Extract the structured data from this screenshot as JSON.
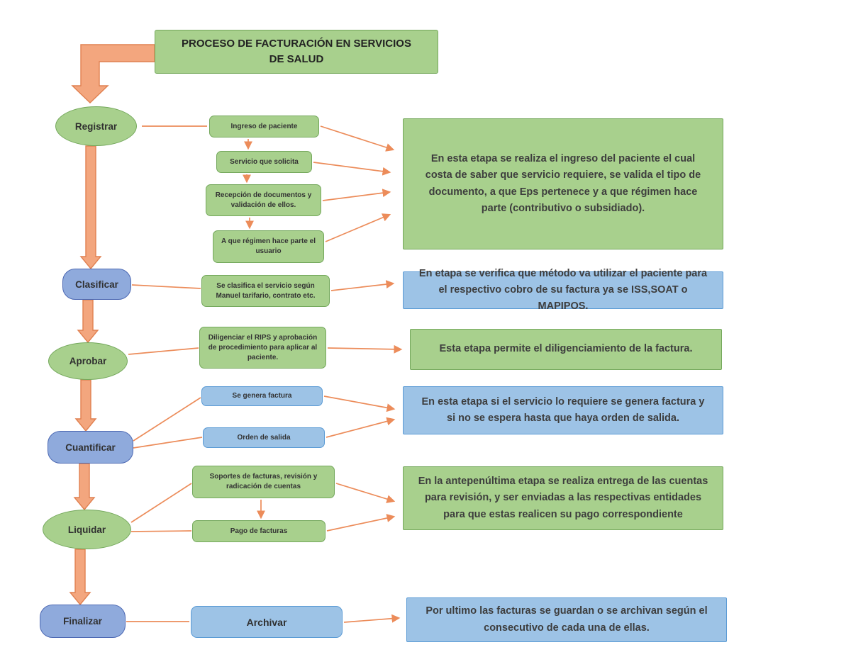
{
  "title": "PROCESO DE FACTURACIÓN EN SERVICIOS DE SALUD",
  "stages": [
    "Registrar",
    "Clasificar",
    "Aprobar",
    "Cuantificar",
    "Liquidar",
    "Finalizar"
  ],
  "steps": [
    "Ingreso de paciente",
    "Servicio que solicita",
    "Recepción de documentos y validación de ellos.",
    "A que régimen hace parte el usuario",
    "Se clasifica el servicio según Manuel tarifario, contrato etc.",
    "Diligenciar el RIPS y aprobación de procedimiento para aplicar al paciente.",
    "Se genera factura",
    "Orden de salida",
    "Soportes de facturas, revisión y radicación de cuentas",
    "Pago de facturas",
    "Archivar"
  ],
  "descriptions": [
    "En esta etapa se realiza el ingreso del paciente el cual costa de saber que servicio requiere, se valida el tipo de documento, a que Eps pertenece y a que régimen hace parte (contributivo o subsidiado).",
    "En etapa se verifica que método va utilizar el paciente para el respectivo cobro de su factura ya se ISS,SOAT o MAPIPOS.",
    "Esta etapa permite el diligenciamiento de la factura.",
    "En esta etapa si el servicio lo requiere se genera factura y si no se espera hasta que haya orden de salida.",
    "En la antepenúltima etapa se realiza entrega de las cuentas para revisión, y ser enviadas a las respectivas entidades para que estas realicen su pago correspondiente",
    "Por ultimo las facturas se guardan o se archivan según el consecutivo de cada una de ellas."
  ],
  "colors": {
    "green_fill": "#a8d08d",
    "green_border": "#74a85c",
    "blue_fill": "#9dc3e6",
    "blue_border": "#5b9bd5",
    "purple_fill": "#8faadc",
    "purple_border": "#4d69b3",
    "arrow_stroke": "#ec8c5a",
    "arrow_fill": "#f3a67e"
  }
}
